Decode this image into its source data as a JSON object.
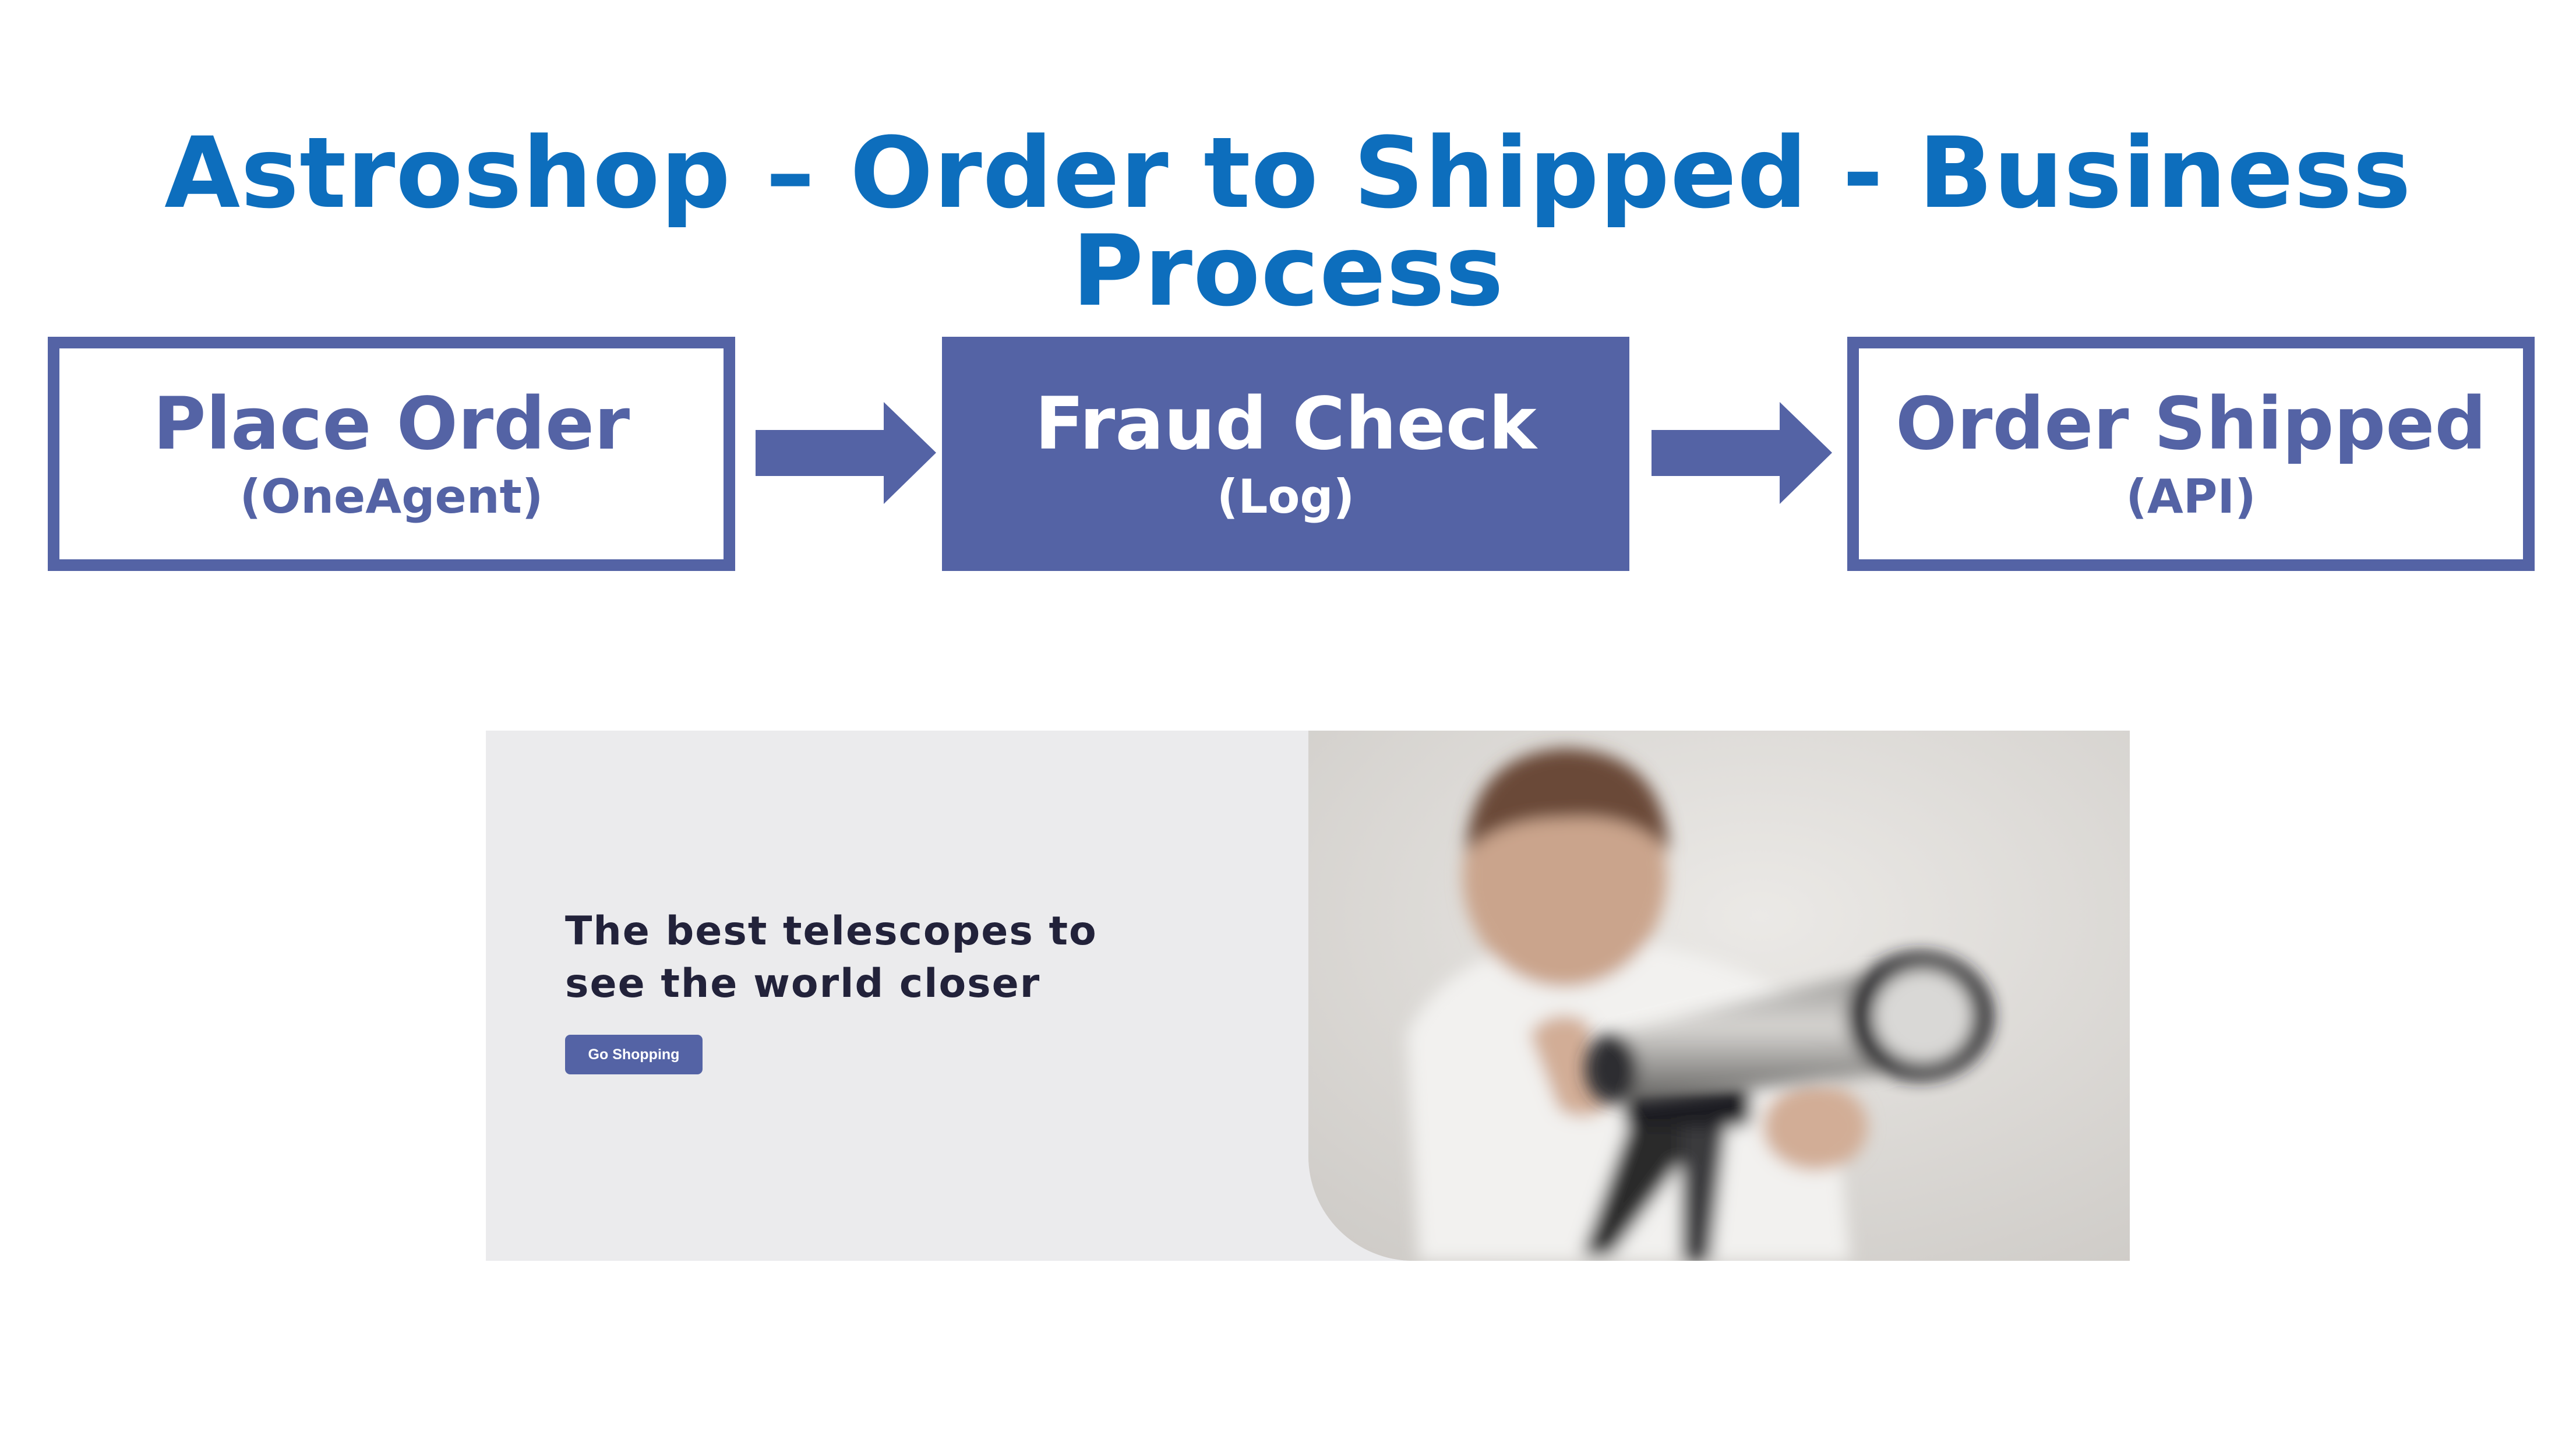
{
  "title": "Astroshop – Order to Shipped - Business Process",
  "process": {
    "steps": [
      {
        "label": "Place Order",
        "sublabel": "(OneAgent)"
      },
      {
        "label": "Fraud Check",
        "sublabel": "(Log)"
      },
      {
        "label": "Order Shipped",
        "sublabel": "(API)"
      }
    ]
  },
  "banner": {
    "headline_line1": "The best telescopes to",
    "headline_line2": "see the world closer",
    "button_label": "Go Shopping",
    "image_icon": "child-with-telescope-photo"
  },
  "colors": {
    "title": "#0d6ebd",
    "accent": "#5463a5",
    "banner_bg": "#ebebed",
    "headline": "#22223a"
  }
}
